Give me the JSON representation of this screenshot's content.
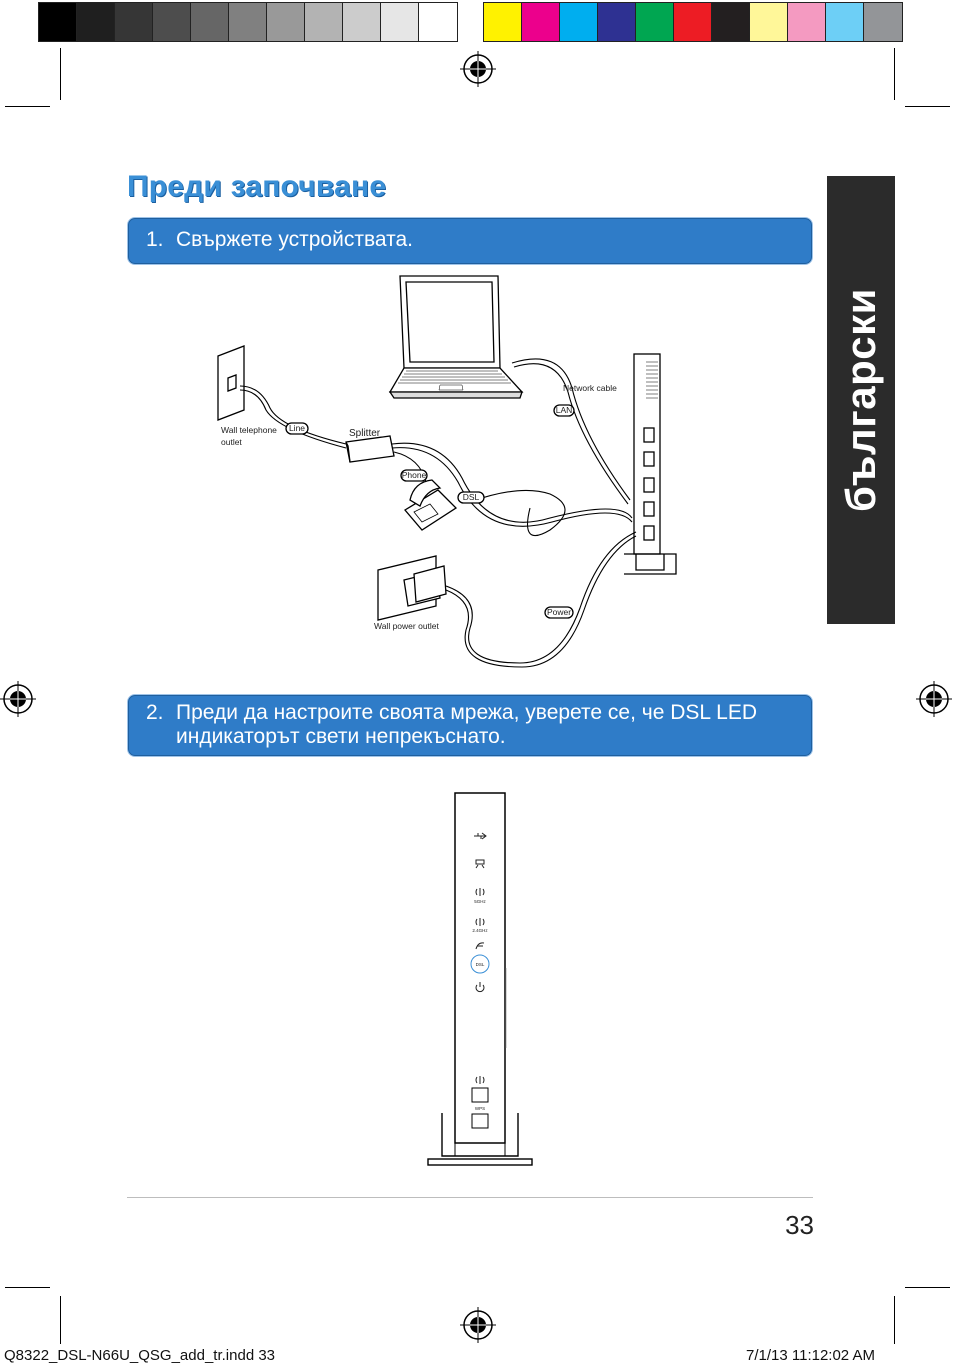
{
  "page": {
    "title": "Преди започване",
    "side_tab": "български",
    "page_number": "33",
    "footer_left": "Q8322_DSL-N66U_QSG_add_tr.indd   33",
    "footer_right": "7/1/13   11:12:02 AM"
  },
  "steps": [
    {
      "num": "1.",
      "text": "Свържете устройствата."
    },
    {
      "num": "2.",
      "text": "Преди да настроите своята мрежа, уверете се, че DSL LED индикаторът свети непрекъснато."
    }
  ],
  "diagram": {
    "network_cable": "Network cable",
    "lan": "LAN",
    "wall_telephone_outlet": "Wall telephone\noutlet",
    "line": "Line",
    "splitter": "Splitter",
    "phone": "Phone",
    "dsl": "DSL",
    "power": "Power",
    "wall_power_outlet": "Wall power outlet"
  },
  "router_front": {
    "label_5ghz": "5GHz",
    "label_24ghz": "2.4GHz",
    "label_dsl": "DSL",
    "label_wps": "WPS"
  },
  "colors": {
    "grayscale": [
      "#000000",
      "#1f1f1f",
      "#363636",
      "#4d4d4d",
      "#666666",
      "#808080",
      "#999999",
      "#b3b3b3",
      "#cccccc",
      "#e6e6e6",
      "#ffffff"
    ],
    "process": [
      "#fff200",
      "#ec008c",
      "#00aeef",
      "#2e3192",
      "#00a651",
      "#ed1c24",
      "#231f20",
      "#fff799",
      "#f49ac1",
      "#6dcff6",
      "#939598"
    ],
    "accent_blue": "#2f7cc8",
    "title_blue": "#3a8fd6",
    "side_tab": "#2b2b2b"
  }
}
